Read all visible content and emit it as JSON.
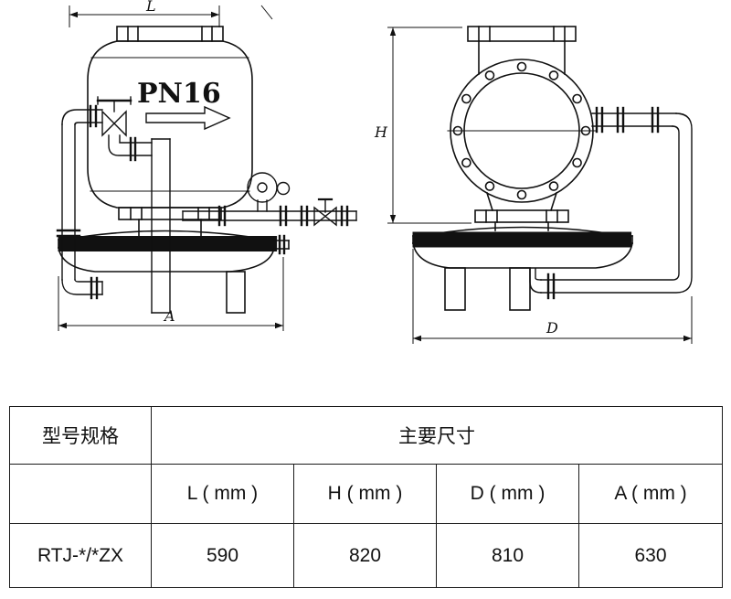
{
  "drawing": {
    "pn_label": "PN16",
    "dims": {
      "l": "L",
      "h": "H",
      "d": "D",
      "a": "A"
    },
    "line_color": "#111111",
    "background": "#ffffff"
  },
  "table": {
    "header_model": "型号规格",
    "header_dims": "主要尺寸",
    "columns": [
      "L ( mm )",
      "H ( mm )",
      "D ( mm )",
      "A ( mm )"
    ],
    "rows": [
      {
        "model": "RTJ-*/*ZX",
        "values": [
          "590",
          "820",
          "810",
          "630"
        ]
      }
    ]
  }
}
